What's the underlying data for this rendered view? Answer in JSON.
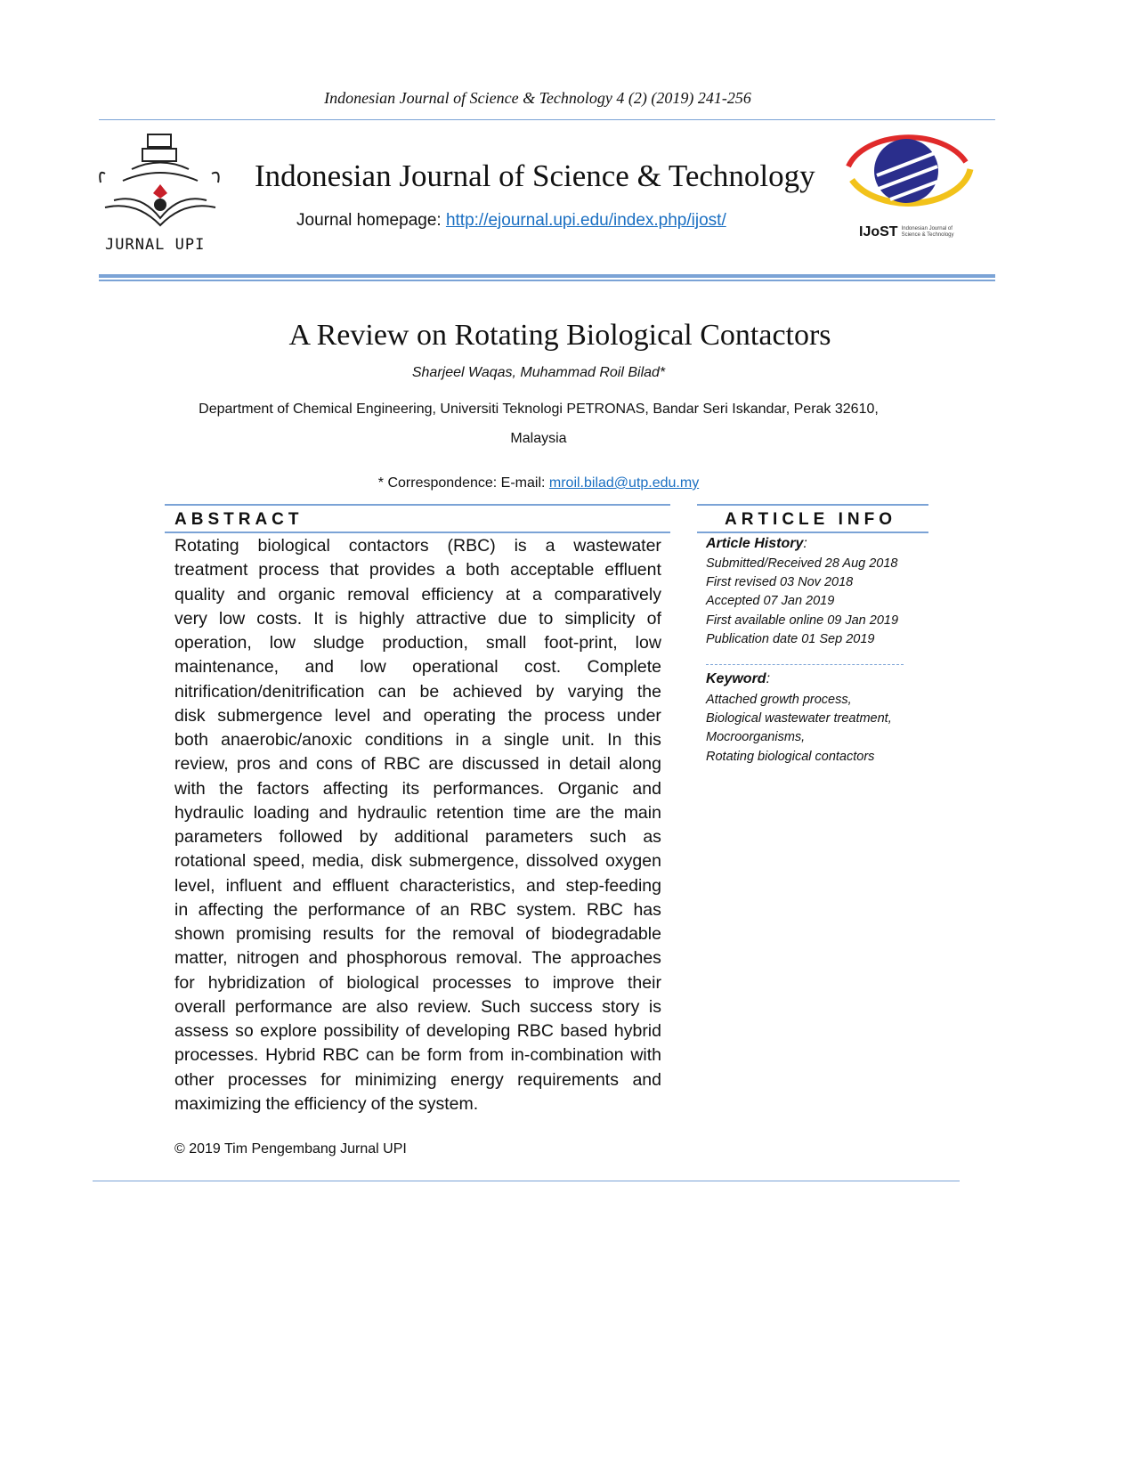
{
  "running_header": "Indonesian Journal of Science & Technology 4 (2) (2019) 241-256",
  "journal": {
    "left_logo_text": "JURNAL UPI",
    "title": "Indonesian Journal of Science & Technology",
    "homepage_label": "Journal homepage: ",
    "homepage_url": "http://ejournal.upi.edu/index.php/ijost/",
    "right_logo_text": "IJoST",
    "right_logo_sub": "Indonesian Journal of Science & Technology"
  },
  "article": {
    "title": "A Review on Rotating Biological Contactors",
    "authors": "Sharjeel Waqas, Muhammad Roil Bilad*",
    "affiliation_line1": "Department of Chemical Engineering, Universiti Teknologi PETRONAS, Bandar Seri Iskandar, Perak 32610,",
    "affiliation_line2": "Malaysia",
    "correspondence_label": "* Correspondence: E-mail: ",
    "email": "mroil.bilad@utp.edu.my"
  },
  "abstract": {
    "heading": "ABSTRACT",
    "lines": [
      "Rotating biological contactors (RBC) is a wastewater",
      "treatment process that provides a both acceptable effluent",
      "quality and organic removal efficiency at a comparatively",
      "very low costs. It is highly attractive due to simplicity of",
      "operation, low sludge production, small foot-print, low",
      "maintenance, and low operational cost. Complete",
      "nitrification/denitrification can be achieved by varying the",
      "disk submergence level and operating the process under",
      "both anaerobic/anoxic conditions in a single unit. In this",
      "review, pros and cons of RBC are discussed in detail along",
      "with the factors affecting its performances. Organic and",
      "hydraulic loading and hydraulic retention time are the main",
      "parameters followed by additional parameters such as",
      "rotational speed, media, disk submergence, dissolved oxygen",
      "level, influent and effluent characteristics, and step-feeding",
      "in affecting the performance of an RBC system. RBC has",
      "shown promising results for the removal of biodegradable",
      "matter, nitrogen and phosphorous removal. The approaches",
      "for hybridization of biological processes to improve their",
      "overall performance are also review. Such success story is",
      "assess so explore possibility of developing RBC based hybrid",
      "processes. Hybrid RBC can be form from in-combination with",
      "other processes for minimizing energy requirements and",
      "maximizing the efficiency of the system."
    ],
    "copyright": "© 2019 Tim Pengembang Jurnal UPI"
  },
  "article_info": {
    "heading": "ARTICLE INFO",
    "history_label": "Article History",
    "history": [
      "Submitted/Received 28 Aug 2018",
      "First revised 03 Nov 2018",
      "Accepted 07 Jan 2019",
      "First available online 09 Jan 2019",
      "Publication date 01 Sep 2019"
    ],
    "keyword_label": "Keyword",
    "keywords": [
      "Attached growth process,",
      "Biological wastewater treatment,",
      "Mocroorganisms,",
      "Rotating biological contactors"
    ]
  }
}
